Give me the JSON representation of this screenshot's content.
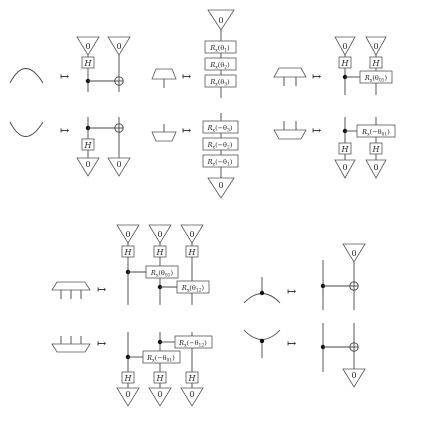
{
  "arrow": "↦",
  "zero": "0",
  "h": "H",
  "rows": {
    "row1": {
      "a_ry": [
        "R",
        "(θ",
        "1",
        ")"
      ],
      "a_ry2": [
        "R",
        "(θ",
        "2",
        ")"
      ],
      "a_ry3": [
        "R",
        "(θ",
        "3",
        ")"
      ],
      "c_ry": [
        "R",
        "(θ",
        "01",
        ")"
      ]
    },
    "row2": {
      "a_ry": [
        "R",
        "(−θ",
        "3",
        ")"
      ],
      "a_ry2": [
        "R",
        "(−θ",
        "2",
        ")"
      ],
      "a_ry3": [
        "R",
        "(−θ",
        "1",
        ")"
      ],
      "c_ry": [
        "R",
        "(−θ",
        "01",
        ")"
      ]
    },
    "row3": {
      "r01": [
        "R",
        "(θ",
        "01",
        ")"
      ],
      "r12": [
        "R",
        "(θ",
        "12",
        ")"
      ]
    },
    "row4": {
      "r12": [
        "R",
        "(−θ",
        "12",
        ")"
      ],
      "r01": [
        "R",
        "(−θ",
        "01",
        ")"
      ]
    }
  },
  "gate_subscript": "x"
}
